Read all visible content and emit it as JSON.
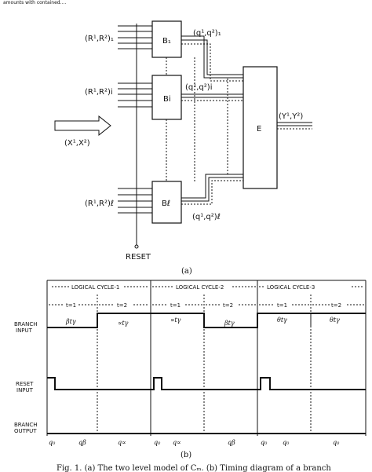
{
  "header_strip": "amounts with contained....",
  "diagram_a": {
    "inputs": [
      "(R¹,R²)₁",
      "(R¹,R²)i",
      "(R¹,R²)ℓ"
    ],
    "blocks": [
      "B₁",
      "Bi",
      "Bℓ"
    ],
    "outputs": [
      "(q¹,q²)₁",
      "(q¹,q²)i",
      "(q¹,q²)ℓ"
    ],
    "external_input": "(X¹,X²)",
    "evaluator": "E",
    "final_output": "(Y¹,Y²)",
    "reset_label": "RESET",
    "caption": "(a)"
  },
  "diagram_b": {
    "cycles": [
      "LOGICAL CYCLE-1",
      "LOGICAL CYCLE-2",
      "LOGICAL CYCLE-3"
    ],
    "time_labels": [
      "t=1",
      "t=2",
      "t=1",
      "t=2",
      "t=1",
      "t=2"
    ],
    "row_labels": {
      "branch_input": [
        "BRANCH",
        "INPUT"
      ],
      "reset_input": [
        "RESET",
        "INPUT"
      ],
      "branch_output": [
        "BRANCH",
        "OUTPUT"
      ]
    },
    "branch_values": [
      "βtγ",
      "∝tγ",
      "∝tγ",
      "βtγ",
      "θtγ",
      "θtγ"
    ],
    "states": [
      "q₀",
      "qβ",
      "q∝",
      "q₀",
      "q∝",
      "qβ",
      "q₀",
      "q₀",
      "q₀"
    ],
    "caption": "(b)"
  },
  "figure_caption": "Fig. 1.    (a) The two level model of Cₘ. (b) Timing diagram of a branch"
}
